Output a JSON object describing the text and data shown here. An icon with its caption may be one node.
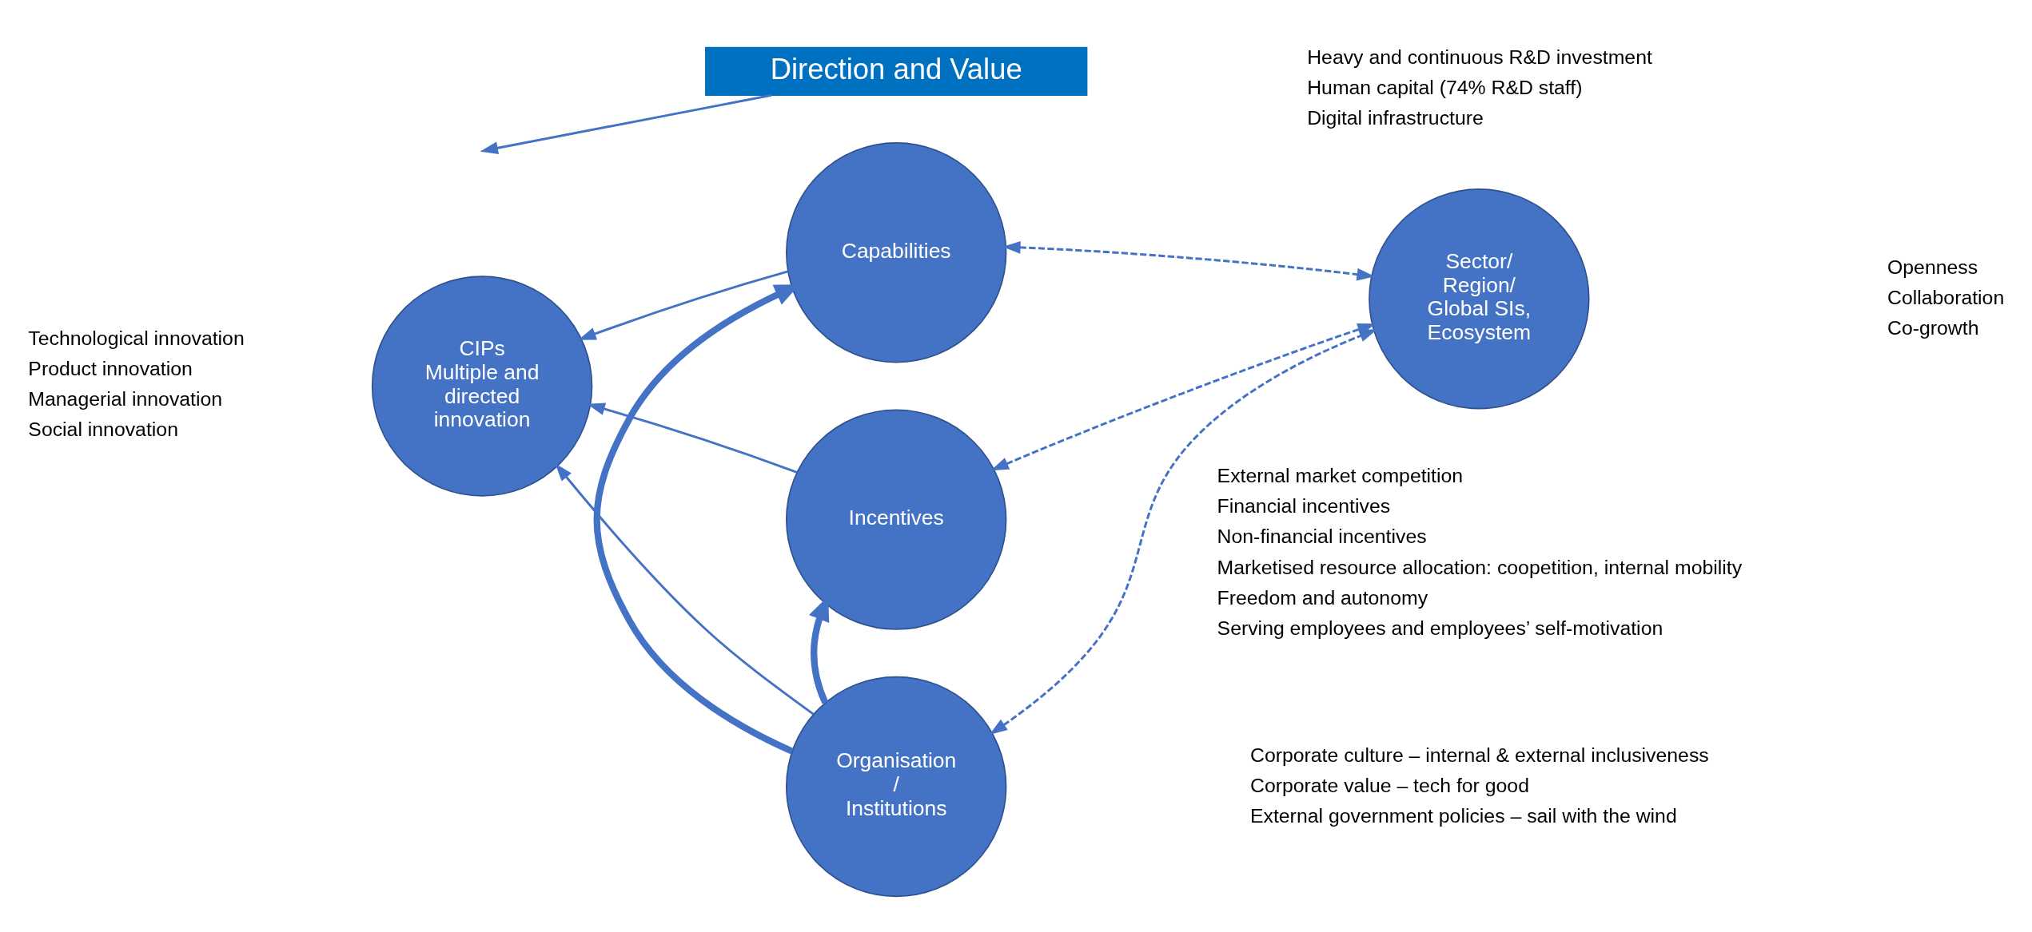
{
  "diagram": {
    "nodes": [
      {
        "text": [
          "Capabilities"
        ],
        "beside": [
          "Heavy and continuous R&D investment",
          "Human capital (74% R&D staff)",
          "Digital infrastructure"
        ]
      },
      {
        "text": [
          "CIPs",
          "Multiple and directed innovation"
        ],
        "beside": [
          "Technological innovation",
          "Product innovation",
          "Managerial innovation",
          "Social innovation"
        ]
      },
      {
        "text": [
          "Organisation / Institutions"
        ],
        "beside": [
          "Corporate culture – internal & external inclusiveness",
          "Corporate value – tech for good",
          "External government policies – sail with the wind"
        ]
      },
      {
        "text": [
          "Incentives"
        ],
        "beside": [
          "External market competition",
          "Financial incentives",
          "Non-financial incentives",
          "Marketised resource allocation: coopetition, internal mobility",
          "Freedom and autonomy",
          "Serving employees and employees’ self-motivation"
        ]
      },
      {
        "text": [
          "Sector/ Region/ Global SIs, Ecosystem"
        ],
        "beside": [
          "Openness",
          "Collaboration",
          "Co-growth"
        ]
      },
      {
        "text": [
          "Direction and Value"
        ]
      }
    ],
    "edges": [
      {
        "from": 0,
        "to": 1,
        "arrow": "to"
      },
      {
        "from": 2,
        "to": 1,
        "arrow": "to"
      },
      {
        "from": 3,
        "to": 1,
        "arrow": "to"
      },
      {
        "from": 5,
        "to": null,
        "arrow": "to"
      },
      {
        "from": 2,
        "to": 0,
        "arrow": "to",
        "style": "thick"
      },
      {
        "from": 2,
        "to": 3,
        "arrow": "to",
        "style": "thick"
      },
      {
        "from": 0,
        "to": 4,
        "arrow": "both",
        "style": "dashed"
      },
      {
        "from": 2,
        "to": 4,
        "arrow": "both",
        "style": "dashed"
      },
      {
        "from": 3,
        "to": 4,
        "arrow": "both",
        "style": "dashed"
      }
    ]
  }
}
